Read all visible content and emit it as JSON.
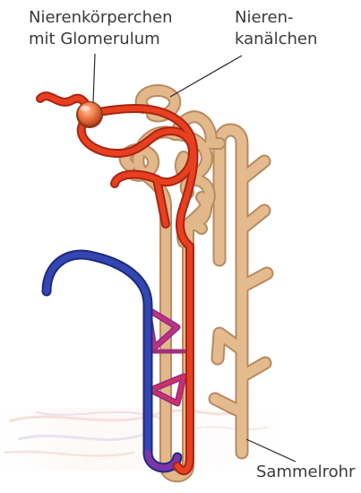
{
  "labels": {
    "glomerulus": {
      "line1": "Nierenkörperchen",
      "line2": "mit Glomerulum"
    },
    "tubule": {
      "line1": "Nieren-",
      "line2": "kanälchen"
    },
    "collecting_duct": "Sammelrohr"
  },
  "colors": {
    "tubule": "#e0b68a",
    "artery": "#e53a1e",
    "vein": "#2f3fa6",
    "capillary": "#9a2c8f",
    "corpuscle": "#e8743c",
    "label_text": "#3a3a3a",
    "leader_line": "#2a2a2a"
  }
}
